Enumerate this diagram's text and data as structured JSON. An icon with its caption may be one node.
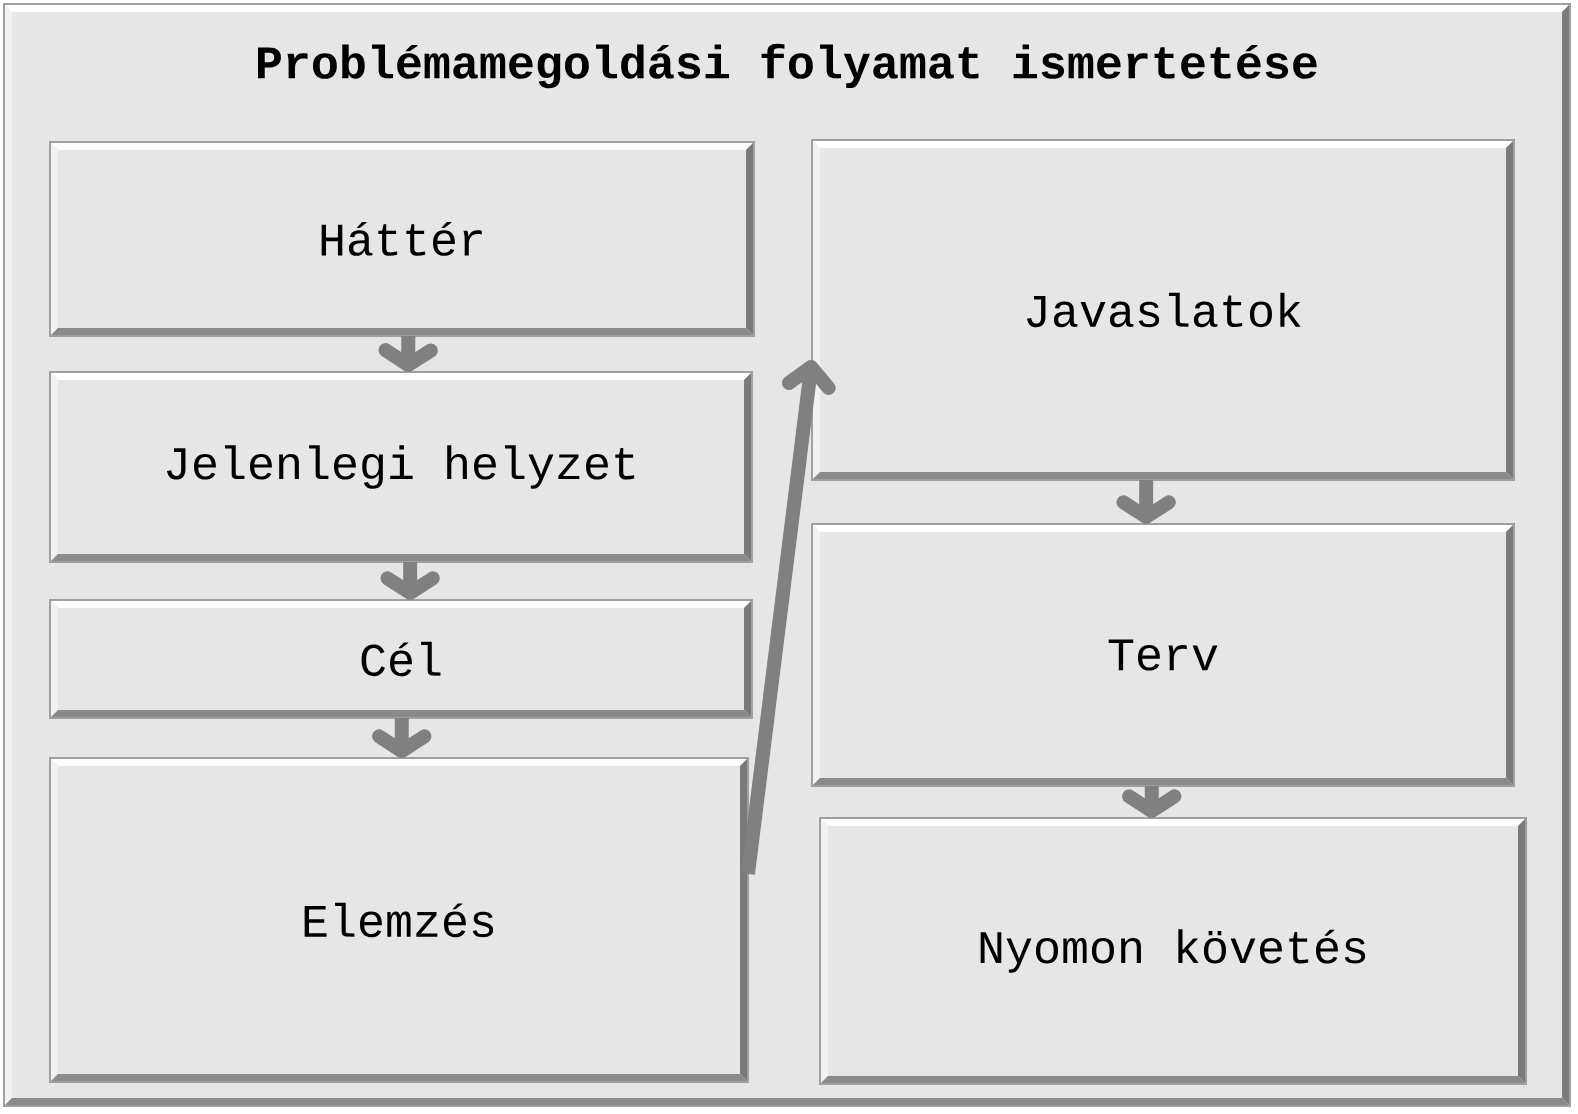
{
  "diagram": {
    "nodes": [
      {
        "text": [
          "Problémamegoldási folyamat ismertetése"
        ]
      },
      {
        "text": [
          "Háttér"
        ],
        "in": 0
      },
      {
        "text": [
          "Jelenlegi helyzet"
        ],
        "in": 0
      },
      {
        "text": [
          "Cél"
        ],
        "in": 0
      },
      {
        "text": [
          "Elemzés"
        ],
        "in": 0
      },
      {
        "text": [
          "Javaslatok"
        ],
        "in": 0
      },
      {
        "text": [
          "Terv"
        ],
        "in": 0
      },
      {
        "text": [
          "Nyomon követés"
        ],
        "in": 0
      }
    ],
    "edges": [
      {
        "from": 1,
        "to": 2,
        "arrow": "to"
      },
      {
        "from": 2,
        "to": 3,
        "arrow": "to"
      },
      {
        "from": 3,
        "to": 4,
        "arrow": "to"
      },
      {
        "from": 4,
        "to": 5,
        "arrow": "to"
      },
      {
        "from": 5,
        "to": 6,
        "arrow": "to"
      },
      {
        "from": 6,
        "to": 7,
        "arrow": "to"
      }
    ]
  }
}
